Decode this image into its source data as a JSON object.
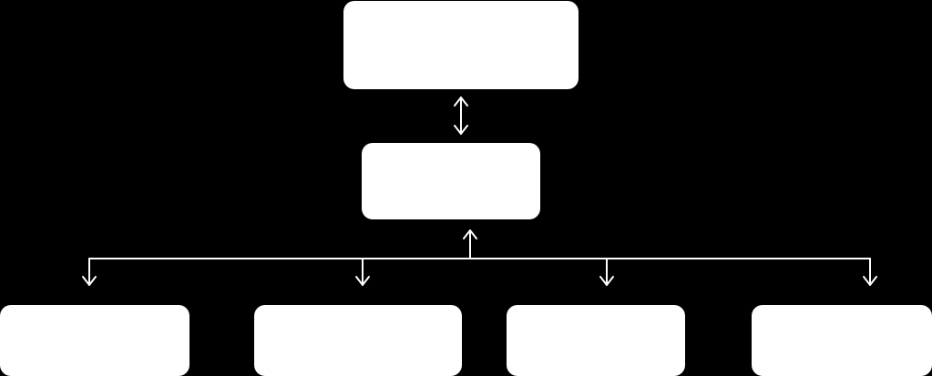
{
  "diagram": {
    "background_color": "#000000",
    "node_fill_color": "#ffffff",
    "line_color": "#ffffff",
    "nodes": [
      {
        "id": "top-node",
        "label": ""
      },
      {
        "id": "middle-node",
        "label": ""
      },
      {
        "id": "bottom-node-1",
        "label": ""
      },
      {
        "id": "bottom-node-2",
        "label": ""
      },
      {
        "id": "bottom-node-3",
        "label": ""
      },
      {
        "id": "bottom-node-4",
        "label": ""
      }
    ],
    "edges": [
      {
        "from": "top-node",
        "to": "middle-node",
        "direction": "both"
      },
      {
        "from": "bottom-bus",
        "to": "middle-node",
        "direction": "up"
      },
      {
        "from": "bottom-bus",
        "to": "bottom-node-1",
        "direction": "down"
      },
      {
        "from": "bottom-bus",
        "to": "bottom-node-2",
        "direction": "down"
      },
      {
        "from": "bottom-bus",
        "to": "bottom-node-3",
        "direction": "down"
      },
      {
        "from": "bottom-bus",
        "to": "bottom-node-4",
        "direction": "down"
      }
    ]
  }
}
